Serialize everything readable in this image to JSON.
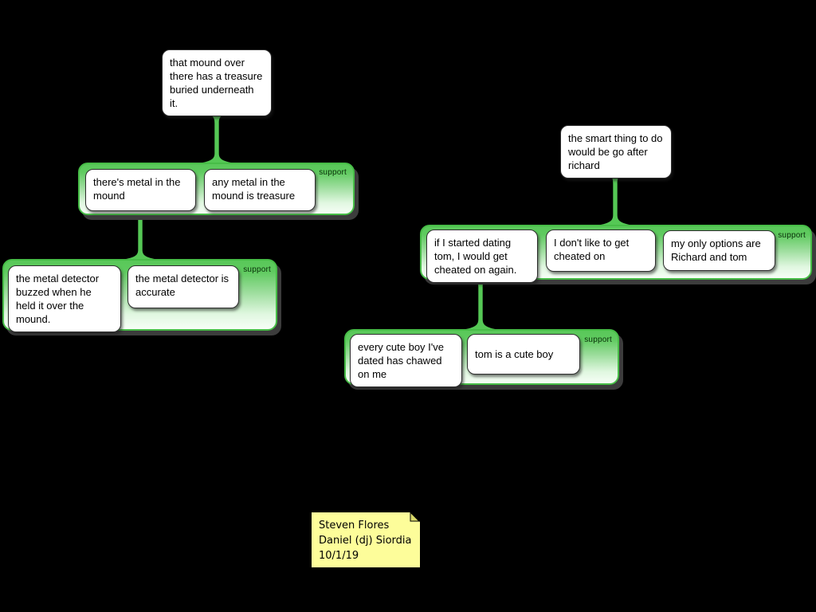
{
  "page": {
    "background": "#000000"
  },
  "colors": {
    "connector_green": "#55C855",
    "group_border_green": "#47BD47",
    "group_gradient_top": "#5FCA5F",
    "group_gradient_bottom": "#F6FEF6",
    "support_label_color": "#0A2F0A",
    "note_yellow": "#FDFD9A",
    "note_fold_yellow": "#D9D96A"
  },
  "tree_mound": {
    "root_text": "that mound over there has a treasure buried underneath it.",
    "group_main": {
      "label": "support",
      "claims": [
        {
          "text": "there's metal in the mound"
        },
        {
          "text": "any metal in the mound is treasure"
        }
      ]
    },
    "group_detector": {
      "label": "support",
      "claims": [
        {
          "text": "the metal detector buzzed when he held it over the mound."
        },
        {
          "text": "the metal detector is accurate"
        }
      ]
    }
  },
  "tree_richard": {
    "root_text": "the smart thing to do would be go after richard",
    "group_main": {
      "label": "support",
      "claims": [
        {
          "text": "if I started dating tom, I would get cheated on again."
        },
        {
          "text": "I don't like to get cheated on"
        },
        {
          "text": "my only options are Richard and tom"
        }
      ]
    },
    "group_cute": {
      "label": "support",
      "claims": [
        {
          "text": "every cute boy I've dated has chawed on me"
        },
        {
          "text": "tom is a cute boy"
        }
      ]
    }
  },
  "sticky_note": {
    "lines": [
      "Steven Flores",
      "Daniel (dj) Siordia",
      "10/1/19"
    ]
  }
}
